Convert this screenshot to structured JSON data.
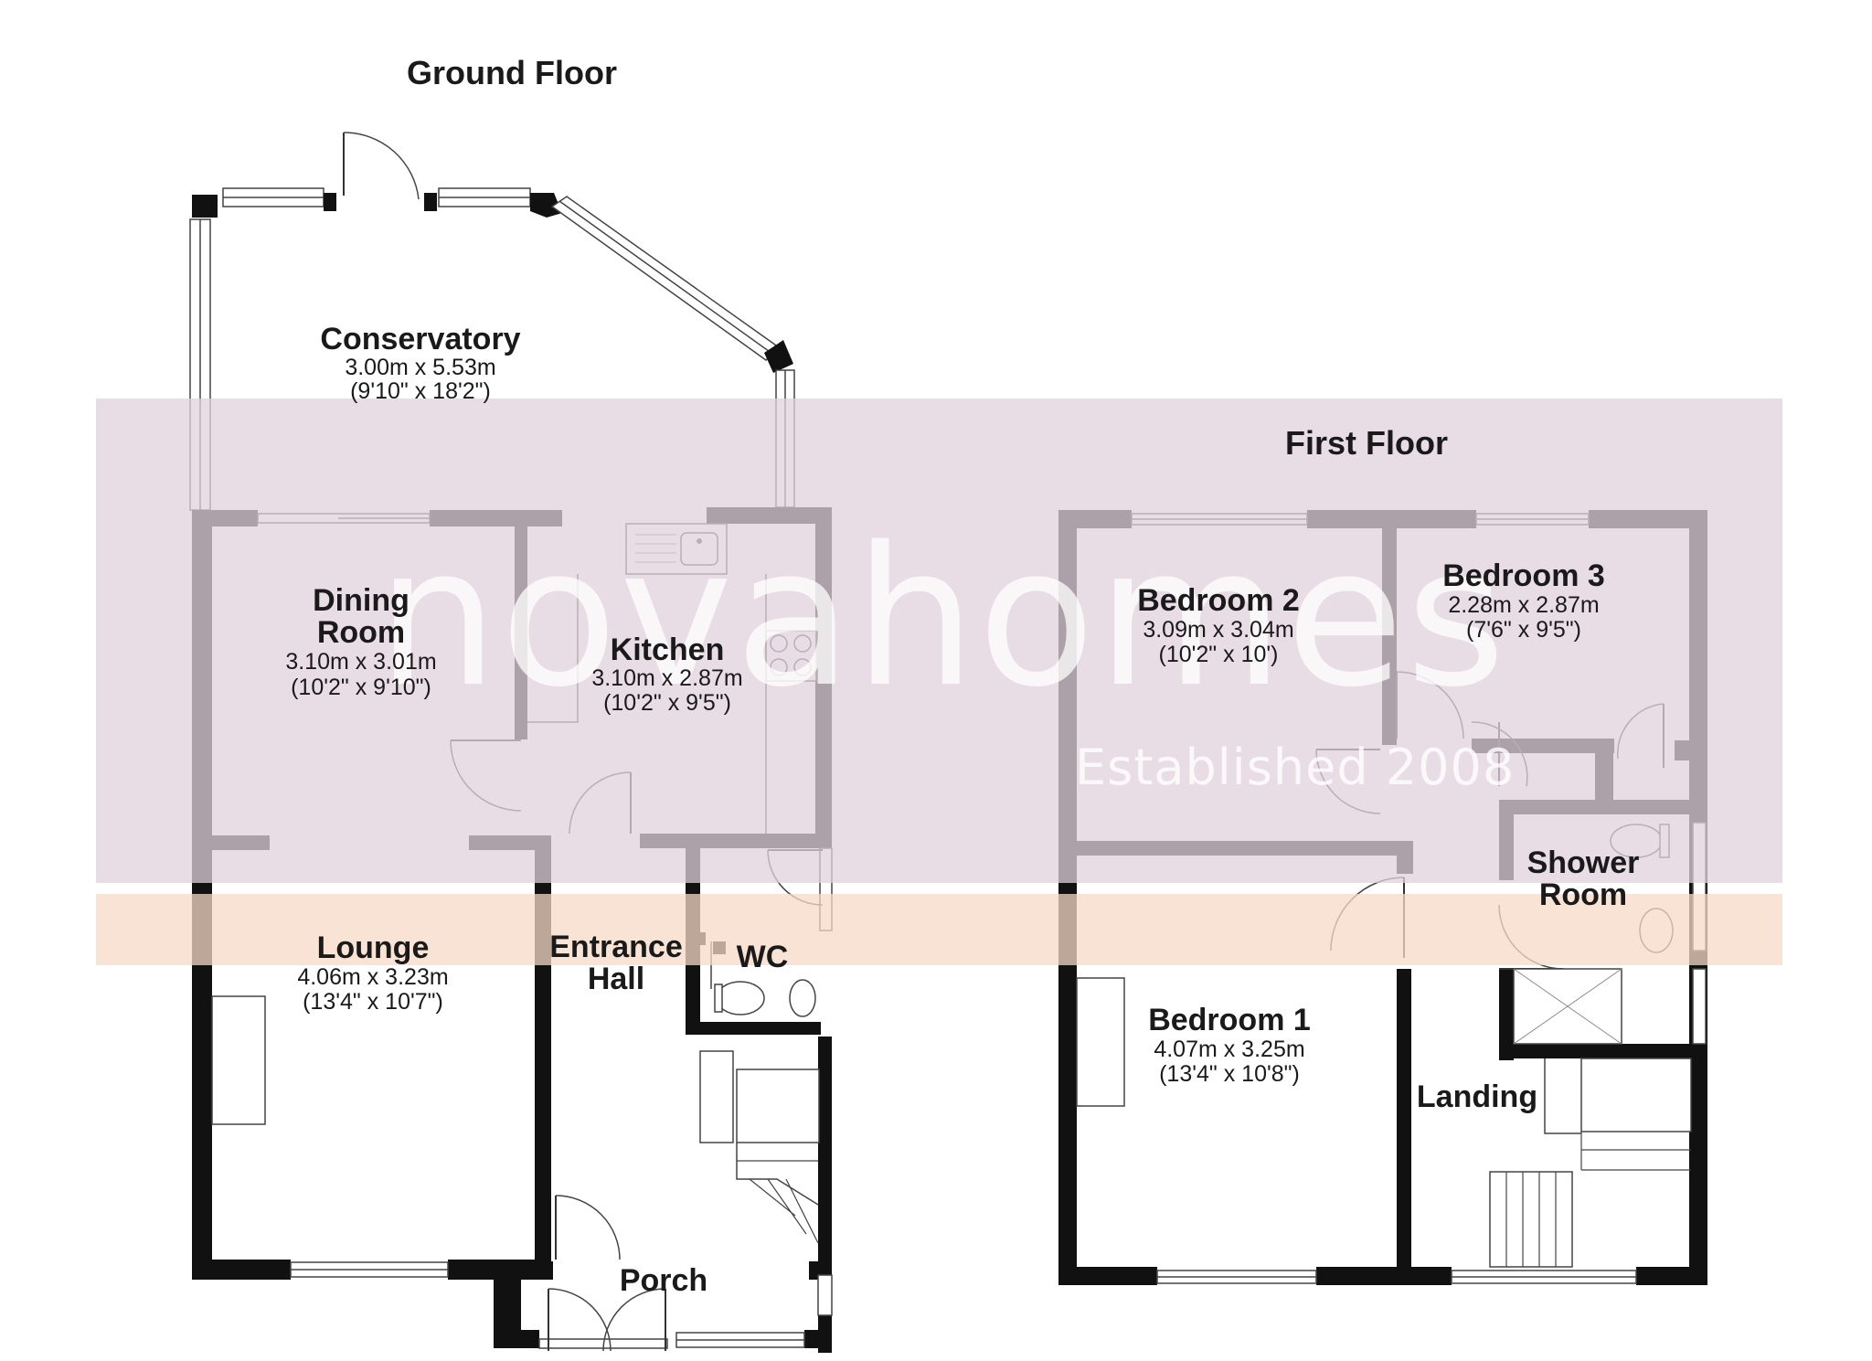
{
  "watermark": {
    "brand": "novahomes",
    "tagline": "Established 2008",
    "band_color": "#e2d2dc",
    "stripe_color": "#f6d9c6"
  },
  "ground_floor": {
    "title": "Ground Floor",
    "rooms": {
      "conservatory": {
        "name": "Conservatory",
        "metric": "3.00m x 5.53m",
        "imperial": "(9'10\" x 18'2\")"
      },
      "dining": {
        "name_line1": "Dining",
        "name_line2": "Room",
        "metric": "3.10m x 3.01m",
        "imperial": "(10'2\" x 9'10\")"
      },
      "kitchen": {
        "name": "Kitchen",
        "metric": "3.10m x 2.87m",
        "imperial": "(10'2\" x 9'5\")"
      },
      "lounge": {
        "name": "Lounge",
        "metric": "4.06m x 3.23m",
        "imperial": "(13'4\" x 10'7\")"
      },
      "hall": {
        "name_line1": "Entrance",
        "name_line2": "Hall"
      },
      "wc": {
        "name": "WC"
      },
      "porch": {
        "name": "Porch"
      }
    }
  },
  "first_floor": {
    "title": "First Floor",
    "rooms": {
      "bedroom2": {
        "name": "Bedroom 2",
        "metric": "3.09m x 3.04m",
        "imperial": "(10'2\" x 10')"
      },
      "bedroom3": {
        "name": "Bedroom 3",
        "metric": "2.28m x 2.87m",
        "imperial": "(7'6\" x 9'5\")"
      },
      "bedroom1": {
        "name": "Bedroom 1",
        "metric": "4.07m x 3.25m",
        "imperial": "(13'4\" x 10'8\")"
      },
      "shower": {
        "name_line1": "Shower",
        "name_line2": "Room"
      },
      "landing": {
        "name": "Landing"
      }
    }
  }
}
